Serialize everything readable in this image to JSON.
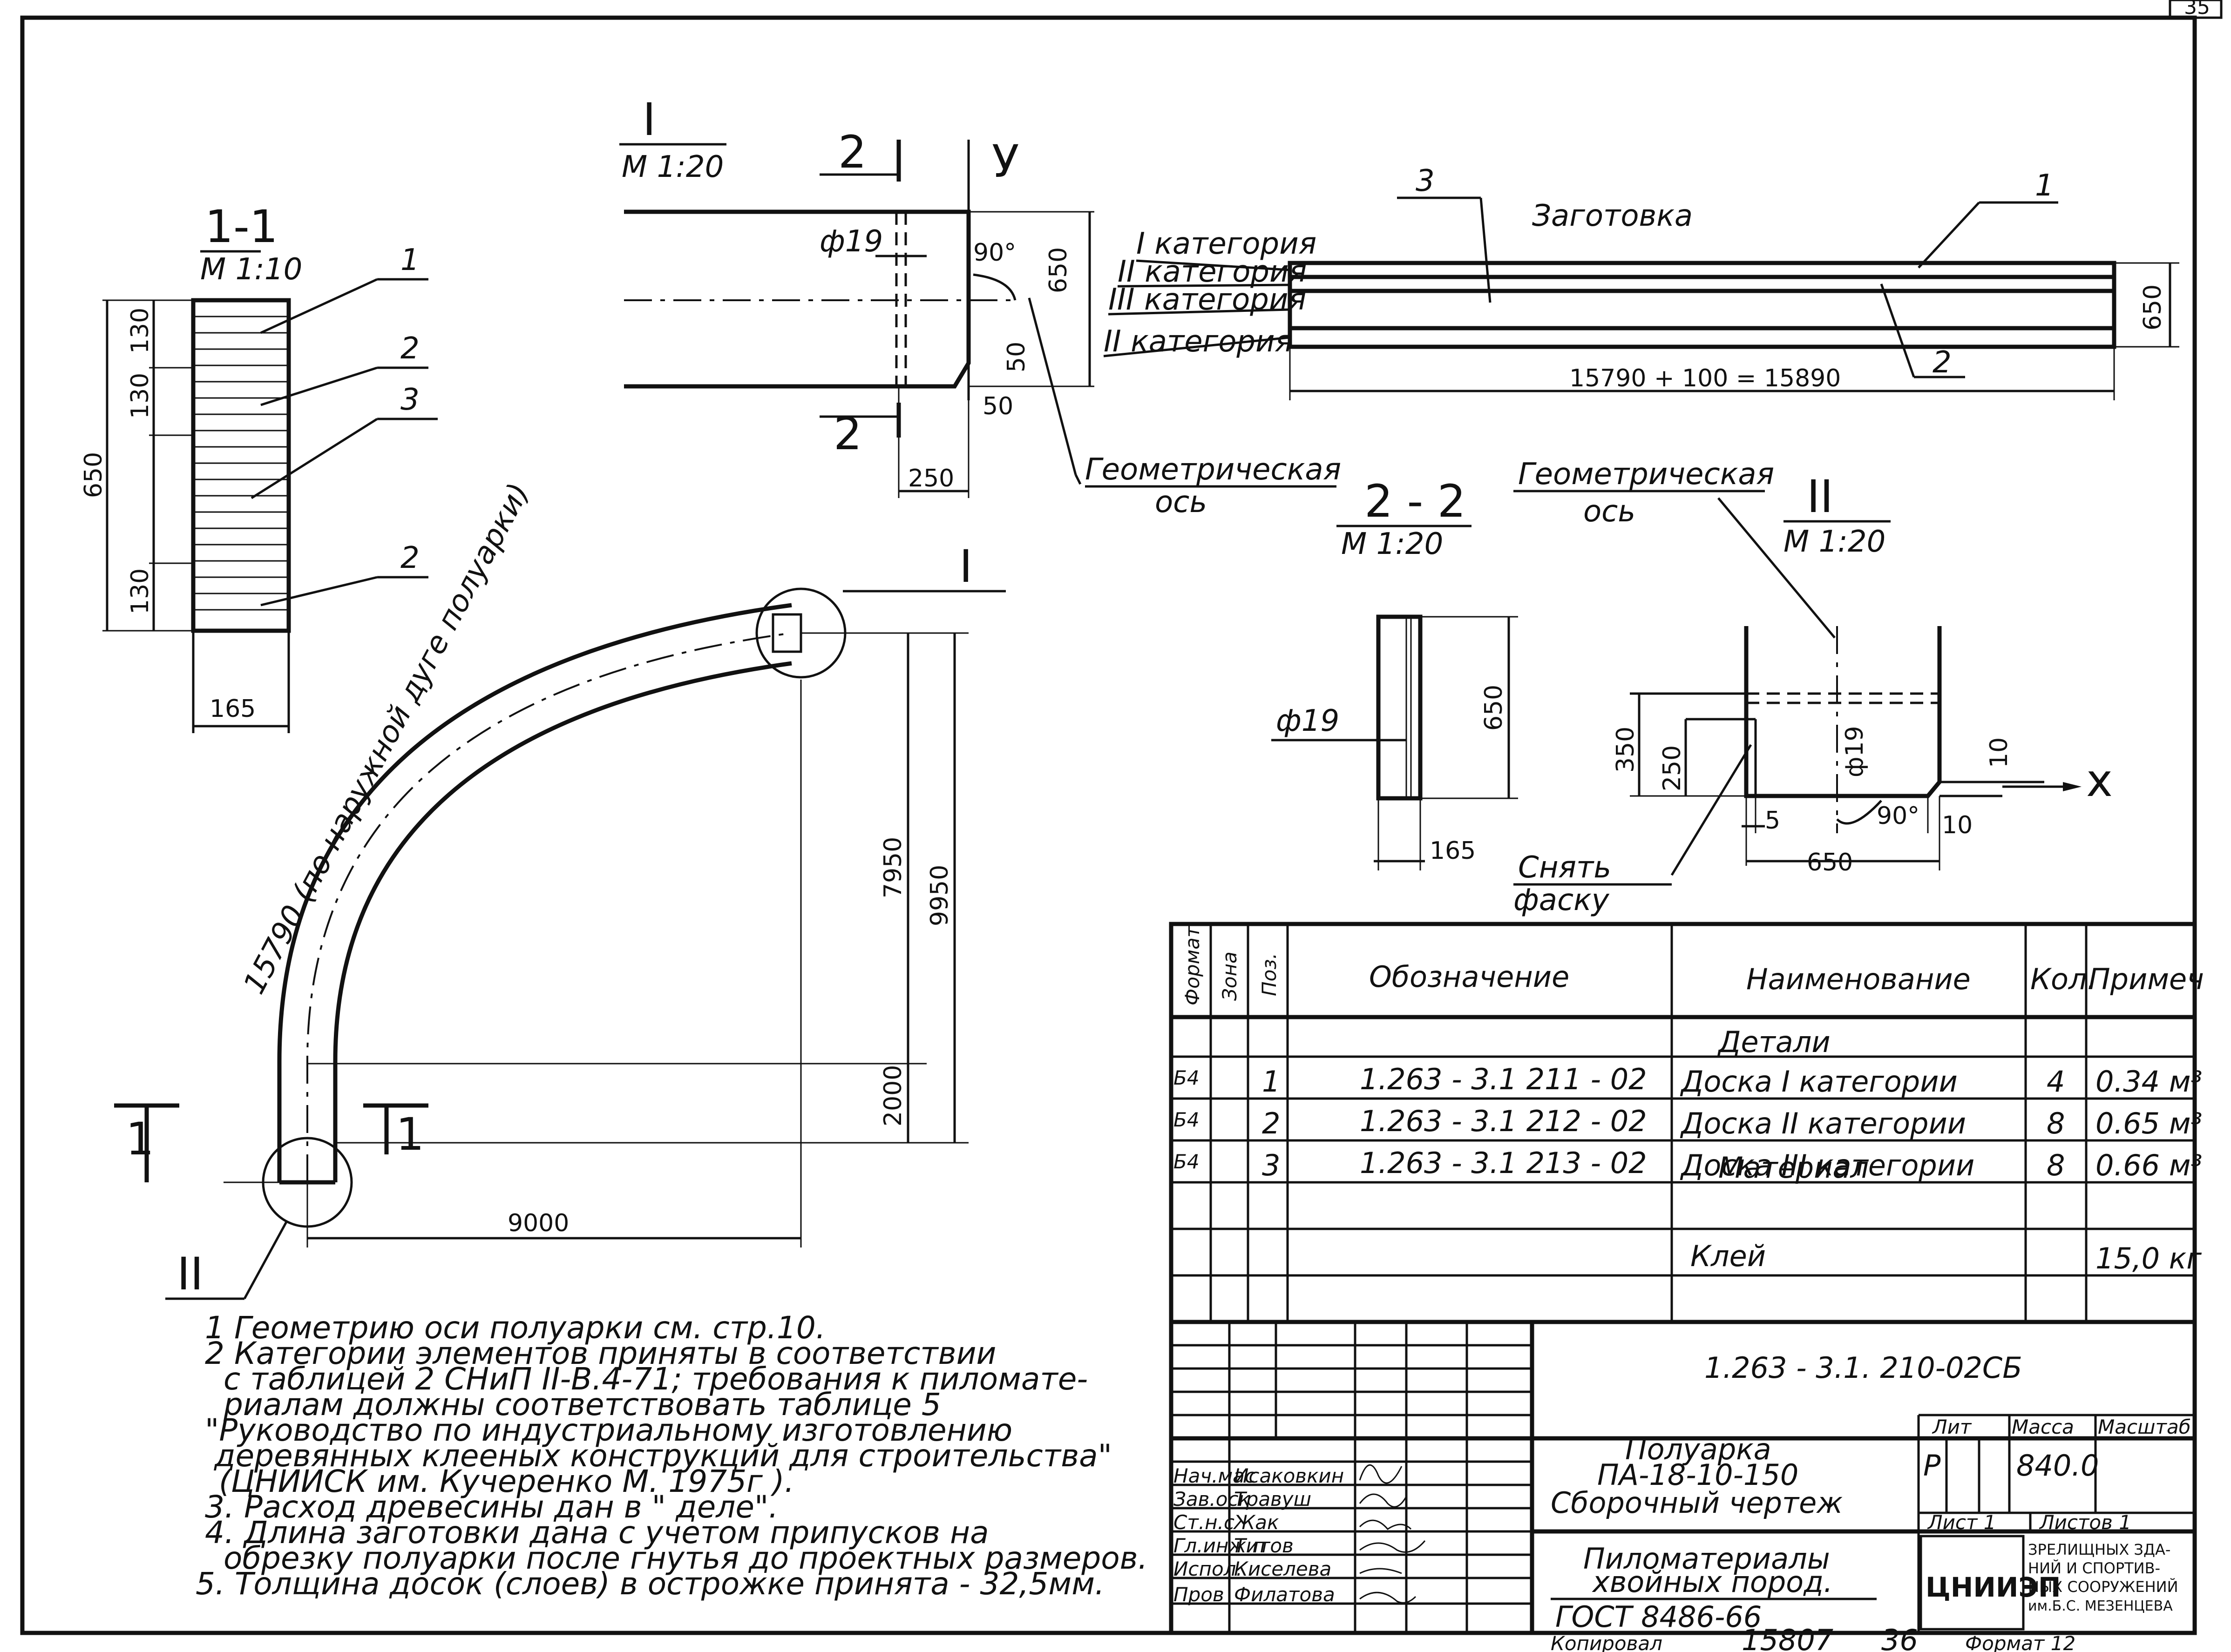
{
  "page_number": "35",
  "section_1_1": {
    "title": "1-1",
    "scale": "М 1:10",
    "dims": [
      "130",
      "130",
      "130",
      "650",
      "165"
    ],
    "positions": [
      "1",
      "2",
      "3",
      "2"
    ]
  },
  "detail_I": {
    "title": "I",
    "scale": "М 1:20",
    "section_mark": "2",
    "axis_y": "У",
    "angle": "90°",
    "hole": "ф19",
    "dims": [
      "650",
      "50",
      "50",
      "250"
    ],
    "axis_label": "Геометрическая",
    "axis_label2": "ось"
  },
  "blank": {
    "title": "Заготовка",
    "cat1": "I категория",
    "cat2": "II категория",
    "cat3": "III категория",
    "cat4": "II категория",
    "pos1": "1",
    "pos2": "2",
    "pos3": "3",
    "height": "650",
    "length": "15790 + 100 = 15890"
  },
  "section_2_2": {
    "title": "2 - 2",
    "scale": "М 1:20",
    "hole": "ф19",
    "dims": [
      "650",
      "165"
    ]
  },
  "detail_II": {
    "title": "II",
    "scale": "М 1:20",
    "axis_label": "Геометрическая",
    "axis_label2": "ось",
    "dims": [
      "350",
      "250",
      "5",
      "650",
      "10",
      "10"
    ],
    "hole": "ф19",
    "angle": "90°",
    "axis_x": "x",
    "chamfer": "Снять",
    "chamfer2": "фаску"
  },
  "arch": {
    "arc_label": "15790 (по наружной дуге полуарки)",
    "dims": [
      "7950",
      "9950",
      "2000",
      "9000"
    ],
    "mark_I": "I",
    "mark_II": "II",
    "section": "1"
  },
  "spec_table": {
    "headers": [
      "Формат",
      "Зона",
      "Поз.",
      "Обозначение",
      "Наименование",
      "Кол.",
      "Примеч"
    ],
    "section_details": "Детали",
    "rows": [
      {
        "format": "Б4",
        "pos": "1",
        "designation": "1.263 - 3.1  211 - 02",
        "name": "Доска I категории",
        "qty": "4",
        "note": "0.34 м³"
      },
      {
        "format": "Б4",
        "pos": "2",
        "designation": "1.263 - 3.1  212 - 02",
        "name": "Доска II категории",
        "qty": "8",
        "note": "0.65 м³"
      },
      {
        "format": "Б4",
        "pos": "3",
        "designation": "1.263 - 3.1  213 - 02",
        "name": "Доска III категории",
        "qty": "8",
        "note": "0.66 м³"
      }
    ],
    "section_material": "Материал",
    "material": {
      "name": "Клей",
      "note": "15,0 кг"
    }
  },
  "title_block": {
    "doc_number": "1.263 - 3.1.  210-02СБ",
    "name1": "Полуарка",
    "name2": "ПА-18-10-150",
    "name3": "Сборочный чертеж",
    "material1": "Пиломатериалы",
    "material2": "хвойных пород.",
    "material3": "ГОСТ 8486-66",
    "lit_header": "Лит",
    "mass_header": "Масса",
    "scale_header": "Масштаб",
    "lit": "Р",
    "mass": "840.0",
    "sheet": "Лист 1",
    "sheets": "Листов 1",
    "org": "ЦНИИЭП",
    "org_desc": [
      "ЗРЕЛИЩНЫХ ЗДА-",
      "НИЙ И СПОРТИВ-",
      "НЫХ СООРУЖЕНИЙ",
      "им.Б.С. МЕЗЕНЦЕВА"
    ],
    "people": [
      {
        "role": "Нач.мас",
        "name": "Исаковкин"
      },
      {
        "role": "Зав.оск",
        "name": "Травуш"
      },
      {
        "role": "Ст.н.с",
        "name": "Жак"
      },
      {
        "role": "Гл.инж.п",
        "name": "Титов"
      },
      {
        "role": "Испол.",
        "name": "Киселева"
      },
      {
        "role": "Пров",
        "name": "Филатова"
      }
    ],
    "copied": "Копировал",
    "copy_num": "15807",
    "copy_sheet": "36",
    "format": "Формат 12"
  },
  "notes": [
    "1 Геометрию оси полуарки см. стр.10.",
    "2 Категории элементов приняты в соответствии",
    "с таблицей 2 СНиП II-В.4-71; требования к пиломате-",
    "риалам должны соответствовать таблице 5",
    "\"Руководство по индустриальному изготовлению",
    "деревянных клееных конструкций для строительства\"",
    "(ЦНИИСК им. Кучеренко  М. 1975г ).",
    "3. Расход древесины дан в \" деле\".",
    "4. Длина заготовки дана с учетом припусков на",
    "обрезку полуарки после гнутья до проектных размеров.",
    "5. Толщина досок (слоев) в острожке принята - 32,5мм."
  ]
}
